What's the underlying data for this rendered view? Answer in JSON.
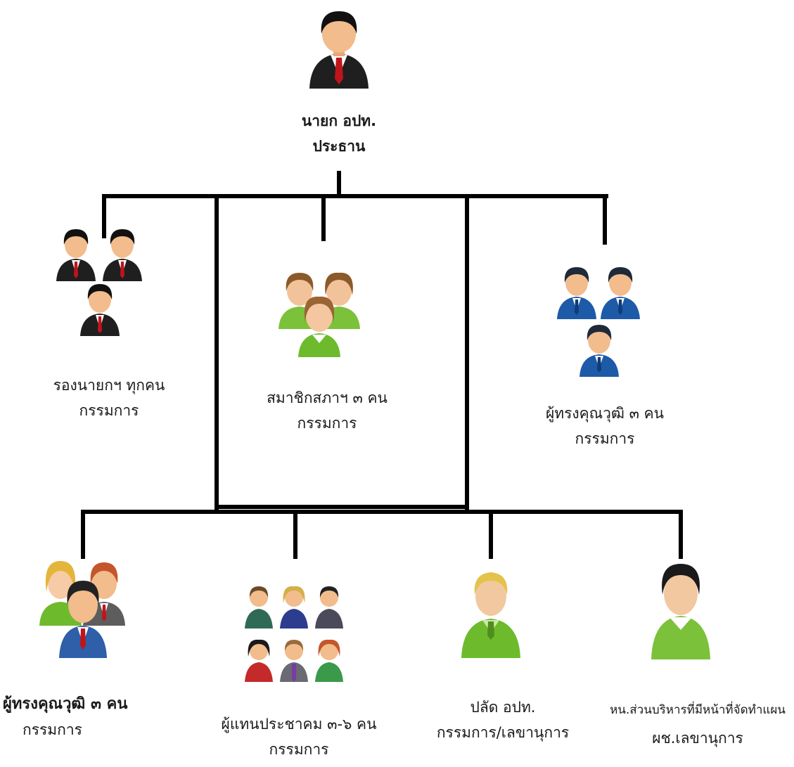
{
  "chart": {
    "root": {
      "title": "นายก อปท.",
      "role": "ประธาน"
    },
    "tier2": [
      {
        "title": "รองนายกฯ ทุกคน",
        "role": "กรรมการ",
        "icon": "group-of-three-men-black-suits"
      },
      {
        "title": "สมาชิกสภาฯ ๓ คน",
        "role": "กรรมการ",
        "icon": "group-of-three-people-green"
      },
      {
        "title": "ผู้ทรงคุณวุฒิ ๓ คน",
        "role": "กรรมการ",
        "icon": "group-of-three-men-blue-suits"
      }
    ],
    "tier3": [
      {
        "title": "ผู้ทรงคุณวุฒิ ๓ คน",
        "role": "กรรมการ",
        "icon": "group-of-people-colorful"
      },
      {
        "title": "ผู้แทนประชาคม ๓-๖ คน",
        "role": "กรรมการ",
        "icon": "grid-of-six-people"
      },
      {
        "title": "ปลัด อปท.",
        "role": "กรรมการ/เลขานุการ",
        "icon": "person-green-blond"
      },
      {
        "title": "หน.ส่วนบริหารที่มีหน้าที่จัดทำแผน",
        "role": "ผช.เลขานุการ",
        "icon": "person-green-dark-hair"
      }
    ]
  },
  "colors": {
    "line": "#000000",
    "suit_black": "#1f1f1f",
    "suit_blue": "#1d5aa8",
    "green": "#6dbb2c",
    "tie": "#c0141b"
  }
}
